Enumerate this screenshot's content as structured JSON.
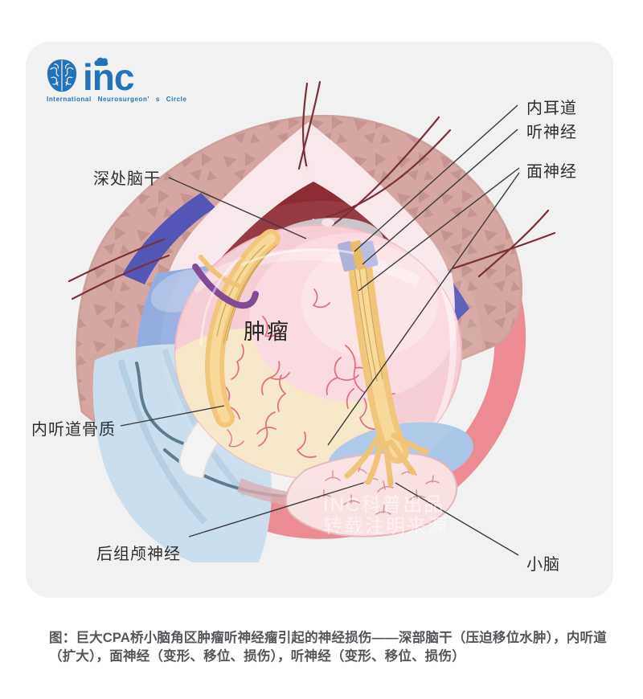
{
  "logo": {
    "name": "inc",
    "tagline": "International  Neurosurgeon' s  Circle"
  },
  "labels": {
    "deep_brainstem": "深处脑干",
    "internal_auditory_canal": "内耳道",
    "auditory_nerve": "听神经",
    "facial_nerve": "面神经",
    "iac_bone": "内听道骨质",
    "lower_cranial_nerves": "后组颅神经",
    "cerebellum": "小脑",
    "tumor": "肿瘤"
  },
  "watermark": {
    "line1": "INC科普出品",
    "line2": "转载注明来源"
  },
  "caption": {
    "line1": "图：巨大CPA桥小脑角区肿瘤听神经瘤引起的神经损伤——深部脑干（压迫移位水肿），内听道",
    "line2": "（扩大），面神经（变形、移位、损伤），听神经（变形、移位、损伤）"
  },
  "colors": {
    "card_background": "#f1f1f2",
    "logo_blue": "#2273b8",
    "label_text": "#2e2e30",
    "caption_text": "#55565a",
    "leader_line": "#3a3a3c",
    "outer_flap": "#d6a7a2",
    "flap_texture": "#c0918d",
    "dura_tent": "#f8e8eb",
    "maroon_layer": "#8e2c35",
    "indigo_layer": "#5456b6",
    "brainstem_gray": "#c8c1c8",
    "tumor_pink": "#f6cbd3",
    "tumor_cream": "#f7e7c6",
    "vessel_red": "#e46577",
    "nerve_yellow": "#f0c172",
    "nerve_lavender": "#a9aed8",
    "csf_blue": "#93acdf",
    "bone_flap_blue": "#cbdeee",
    "lower_nerve_dark": "#5e7c8d",
    "salmon_band": "#ec8b94",
    "cerebellum_pink": "#f9e1e2",
    "suture_thread": "#7b2f37",
    "purple_vessel": "#7a3e90"
  }
}
